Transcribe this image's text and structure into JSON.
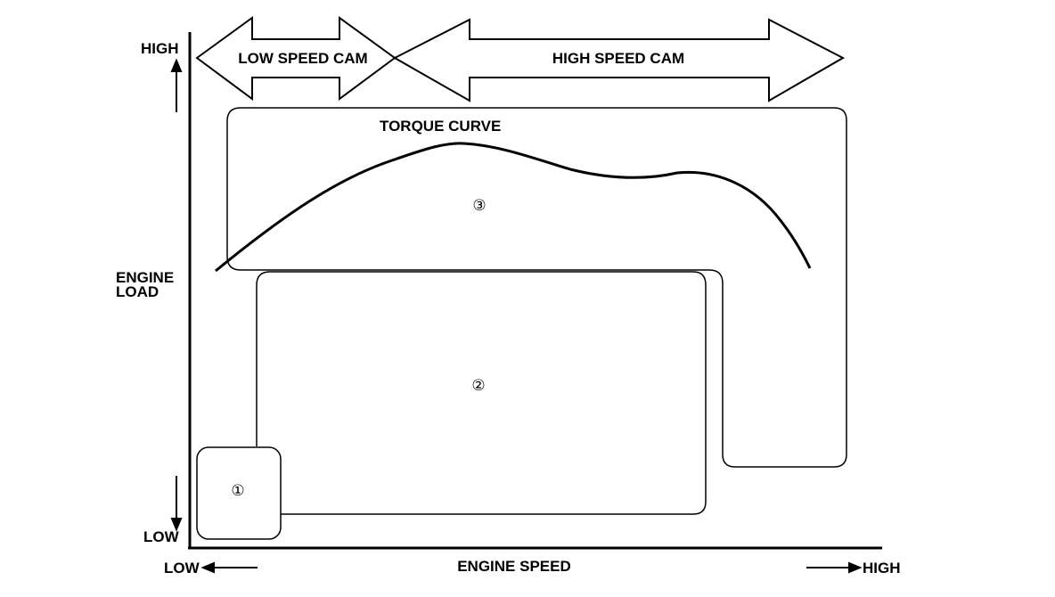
{
  "cam_arrows": {
    "low_speed": "LOW SPEED CAM",
    "high_speed": "HIGH SPEED CAM"
  },
  "y_axis": {
    "label_line1": "ENGINE",
    "label_line2": "LOAD",
    "high": "HIGH",
    "low": "LOW"
  },
  "x_axis": {
    "label": "ENGINE SPEED",
    "low": "LOW",
    "high": "HIGH"
  },
  "torque_curve_label": "TORQUE CURVE",
  "regions": {
    "region_1": "①",
    "region_2": "②",
    "region_3": "③"
  },
  "colors": {
    "line": "#000000",
    "background": "#ffffff"
  }
}
